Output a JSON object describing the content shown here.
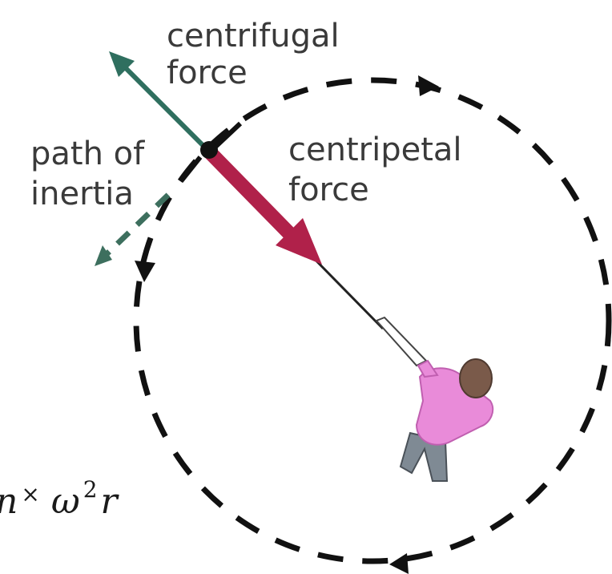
{
  "labels": {
    "centrifugal_line1": "centrifugal",
    "centrifugal_line2": "force",
    "inertia_line1": "path of",
    "inertia_line2": "inertia",
    "centripetal_line1": "centripetal",
    "centripetal_line2": "force"
  },
  "formula": {
    "prefix": "n",
    "times": "×",
    "omega": "ω",
    "exponent": "2",
    "radius": "r"
  },
  "colors": {
    "centrifugal_arrow": "#2f6f5f",
    "centripetal_arrow": "#b0214a",
    "inertia_arrow": "#3d6f5e",
    "path": "#111111",
    "shirt": "#e98bd9",
    "hair": "#7a5a4a",
    "pants": "#7f8a94"
  },
  "icons": {
    "person": "person-top-view-icon",
    "object": "whirled-object-icon"
  }
}
